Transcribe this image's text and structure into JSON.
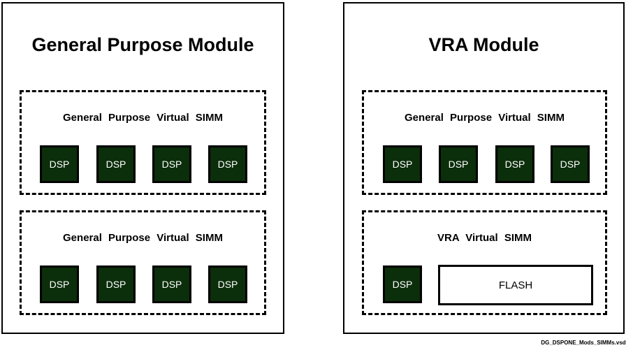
{
  "caption": "DG_DSPONE_Mods_SIMMs.vsd",
  "colors": {
    "dsp_fill": "#0b2e0b",
    "dsp_text": "#ffffff",
    "outline": "#000000",
    "background": "#ffffff",
    "flash_fill": "#ffffff"
  },
  "modules": [
    {
      "id": "general-purpose-module",
      "title": "General Purpose Module",
      "groups": [
        {
          "id": "gp-simm-1",
          "label": "General  Purpose  Virtual  SIMM",
          "blocks": [
            {
              "type": "dsp",
              "label": "DSP"
            },
            {
              "type": "dsp",
              "label": "DSP"
            },
            {
              "type": "dsp",
              "label": "DSP"
            },
            {
              "type": "dsp",
              "label": "DSP"
            }
          ]
        },
        {
          "id": "gp-simm-2",
          "label": "General  Purpose  Virtual  SIMM",
          "blocks": [
            {
              "type": "dsp",
              "label": "DSP"
            },
            {
              "type": "dsp",
              "label": "DSP"
            },
            {
              "type": "dsp",
              "label": "DSP"
            },
            {
              "type": "dsp",
              "label": "DSP"
            }
          ]
        }
      ]
    },
    {
      "id": "vra-module",
      "title": "VRA Module",
      "groups": [
        {
          "id": "vra-simm-1",
          "label": "General  Purpose  Virtual  SIMM",
          "blocks": [
            {
              "type": "dsp",
              "label": "DSP"
            },
            {
              "type": "dsp",
              "label": "DSP"
            },
            {
              "type": "dsp",
              "label": "DSP"
            },
            {
              "type": "dsp",
              "label": "DSP"
            }
          ]
        },
        {
          "id": "vra-simm-2",
          "label": "VRA  Virtual  SIMM",
          "blocks": [
            {
              "type": "dsp",
              "label": "DSP"
            },
            {
              "type": "flash",
              "label": "FLASH"
            }
          ]
        }
      ]
    }
  ]
}
